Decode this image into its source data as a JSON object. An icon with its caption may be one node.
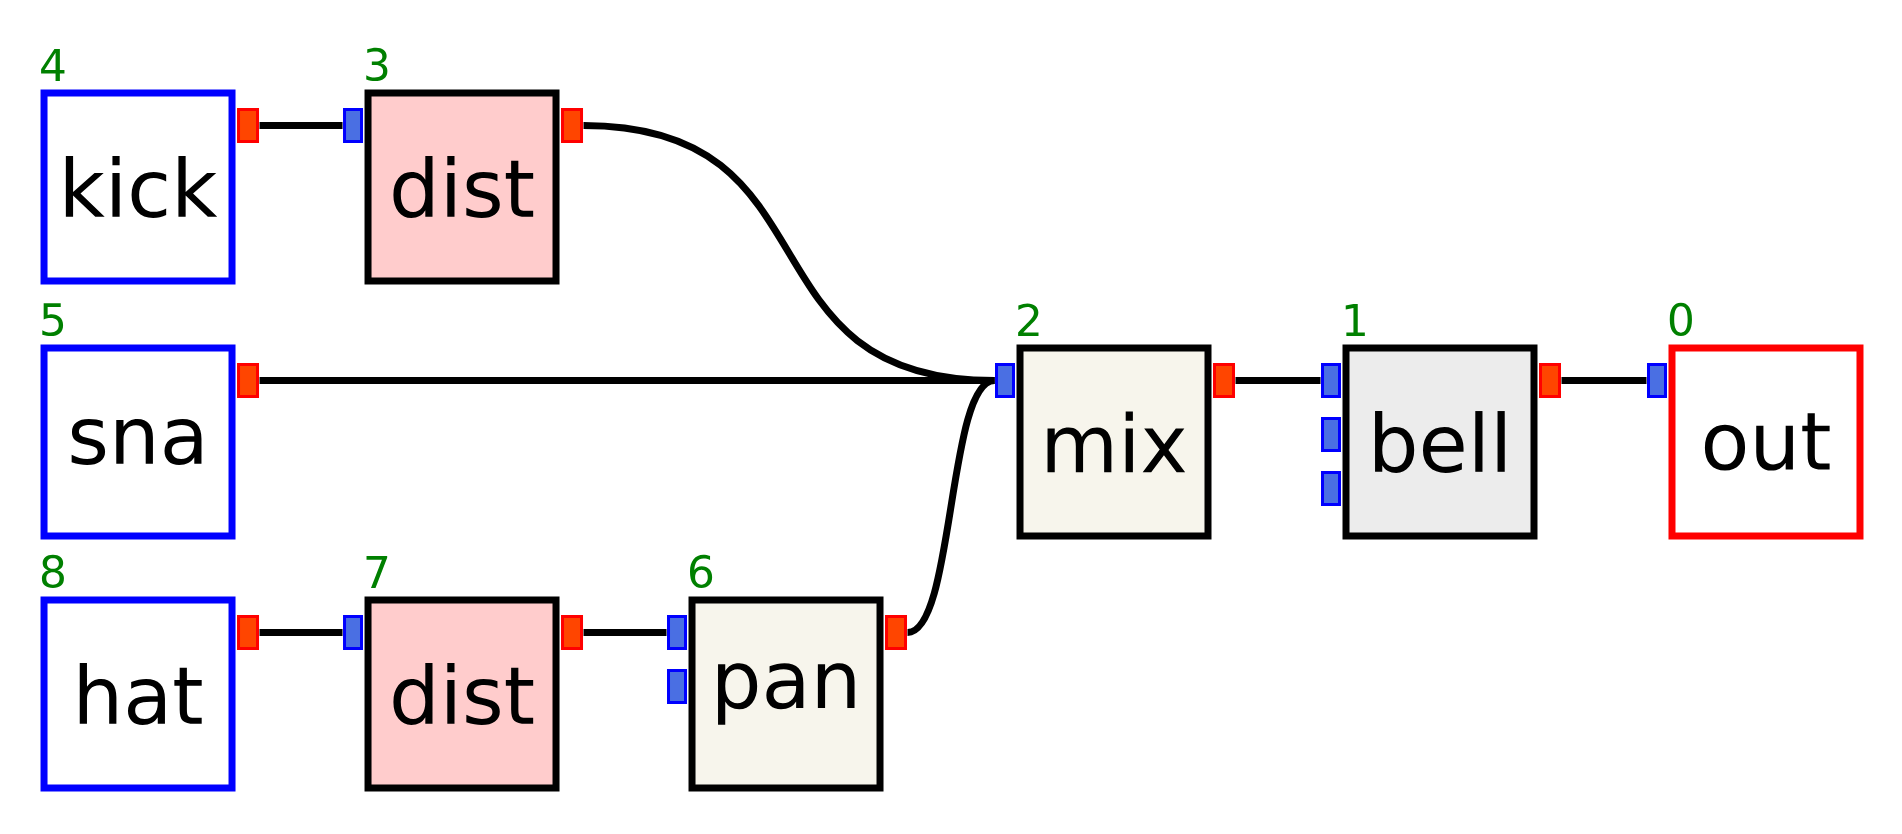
{
  "diagram": {
    "nodes": [
      {
        "text": [
          "kick"
        ],
        "beside": [
          "4"
        ]
      },
      {
        "text": [
          "dist"
        ],
        "beside": [
          "3"
        ]
      },
      {
        "text": [
          "sna"
        ],
        "beside": [
          "5"
        ]
      },
      {
        "text": [
          "mix"
        ],
        "beside": [
          "2"
        ]
      },
      {
        "text": [
          "bell"
        ],
        "beside": [
          "1"
        ]
      },
      {
        "text": [
          "out"
        ],
        "beside": [
          "0"
        ]
      },
      {
        "text": [
          "hat"
        ],
        "beside": [
          "8"
        ]
      },
      {
        "text": [
          "dist"
        ],
        "beside": [
          "7"
        ]
      },
      {
        "text": [
          "pan"
        ],
        "beside": [
          "6"
        ]
      }
    ],
    "edges": [
      {
        "from": 0,
        "to": 1,
        "arrow": "none"
      },
      {
        "from": 1,
        "to": 3,
        "arrow": "none"
      },
      {
        "from": 2,
        "to": 3,
        "arrow": "none"
      },
      {
        "from": 3,
        "to": 4,
        "arrow": "none"
      },
      {
        "from": 4,
        "to": 5,
        "arrow": "none"
      },
      {
        "from": 6,
        "to": 7,
        "arrow": "none"
      },
      {
        "from": 7,
        "to": 8,
        "arrow": "none"
      },
      {
        "from": 8,
        "to": 3,
        "arrow": "none"
      }
    ]
  }
}
